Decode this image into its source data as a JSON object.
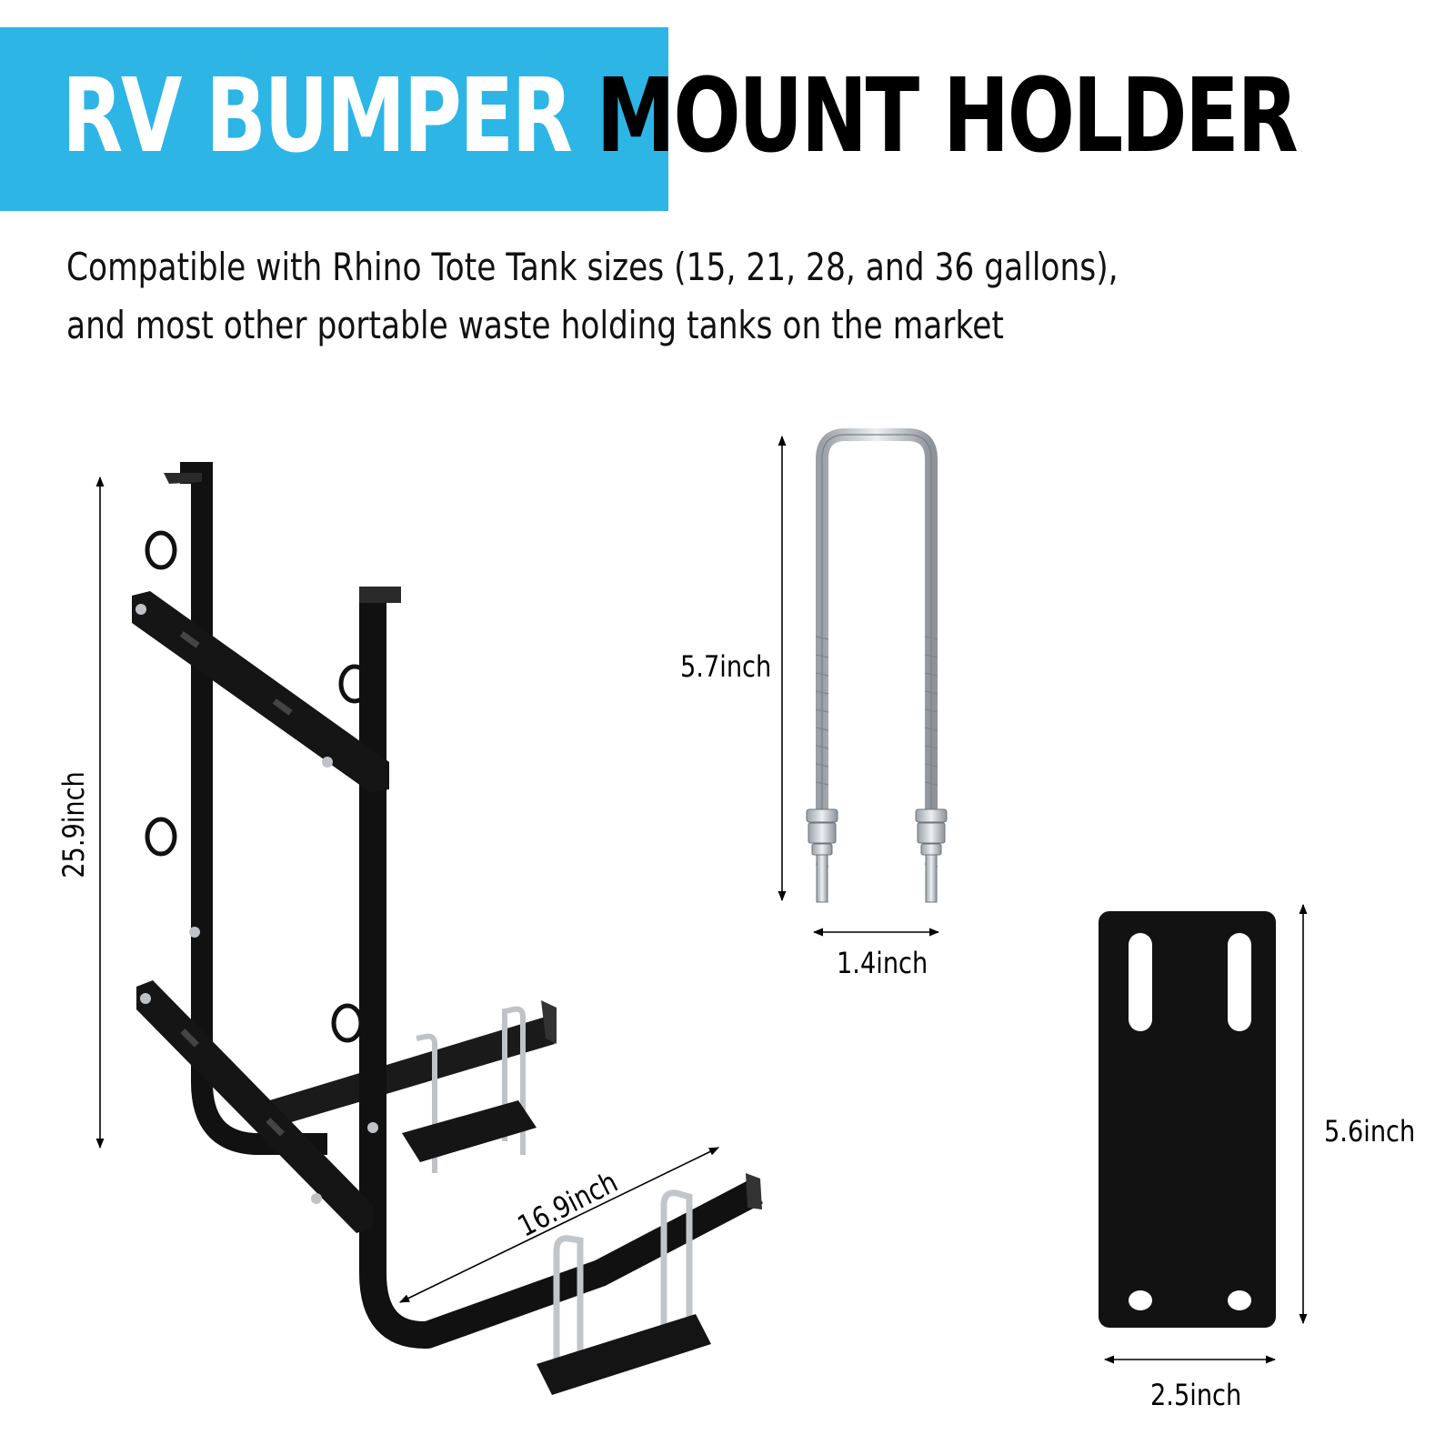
{
  "header": {
    "title_highlight": "RV BUMPER",
    "title_rest": "MOUNT HOLDER",
    "banner_color": "#2db5e6"
  },
  "description": {
    "line1": "Compatible with Rhino Tote Tank sizes (15, 21, 28, and 36 gallons),",
    "line2": "and most other portable waste holding tanks on the market"
  },
  "dimensions": {
    "frame_height": "25.9inch",
    "frame_width": "16.9inch",
    "ubolt_height": "5.7inch",
    "ubolt_width": "1.4inch",
    "plate_height": "5.6inch",
    "plate_width": "2.5inch"
  },
  "colors": {
    "frame": "#111111",
    "bolt": "#c9cdd1",
    "accent": "#2db5e6"
  }
}
